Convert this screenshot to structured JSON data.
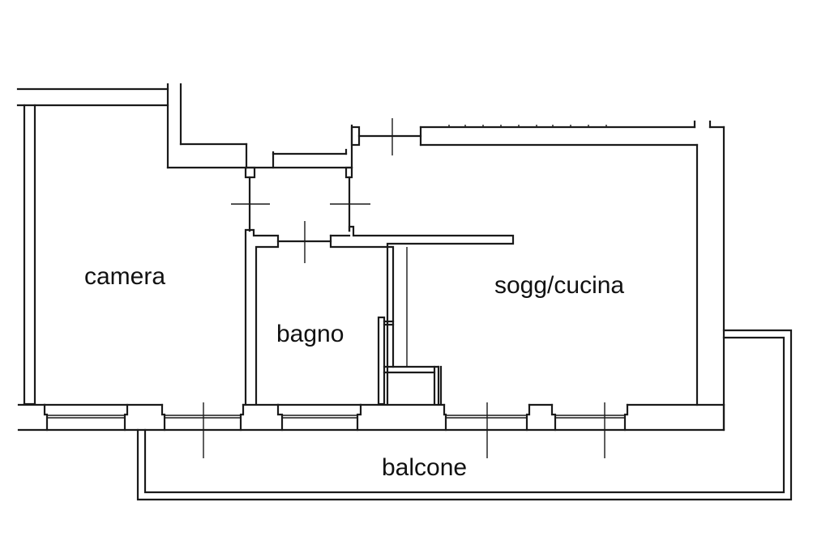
{
  "plan": {
    "rooms": [
      {
        "id": "camera",
        "label": "camera"
      },
      {
        "id": "bagno",
        "label": "bagno"
      },
      {
        "id": "soggiorno-cucina",
        "label": "sogg/cucina"
      },
      {
        "id": "balcone",
        "label": "balcone"
      }
    ],
    "colors": {
      "line": "#1a1a1a",
      "background": "#ffffff",
      "text": "#111111"
    }
  }
}
